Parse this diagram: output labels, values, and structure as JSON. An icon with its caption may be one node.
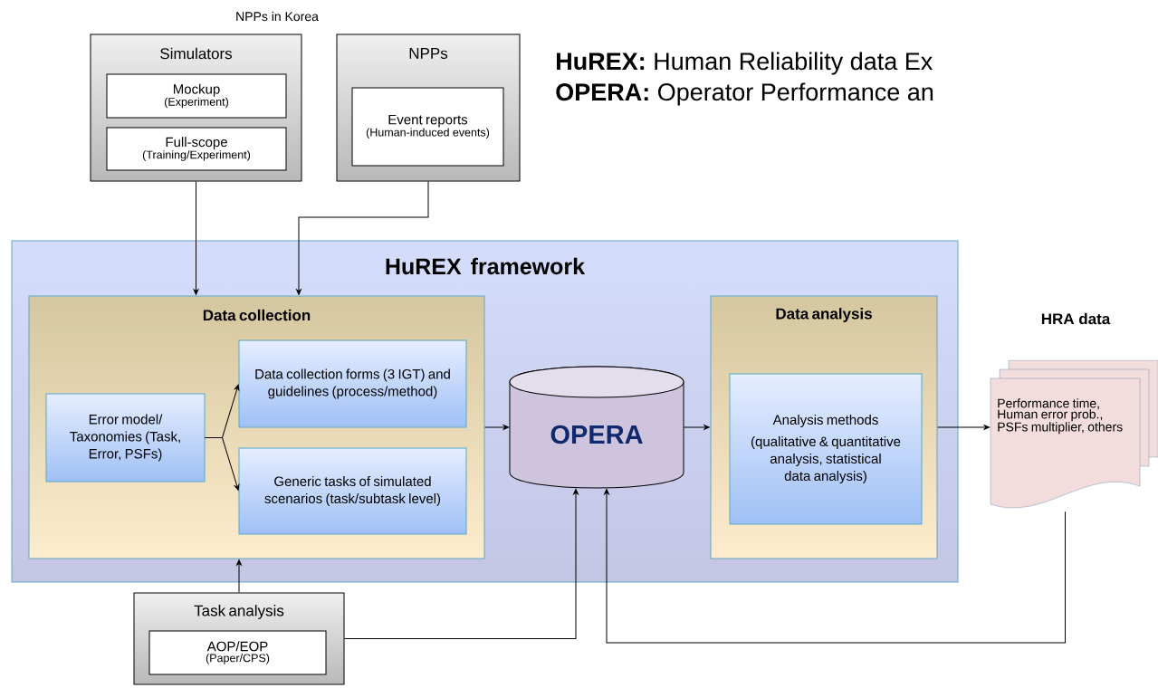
{
  "diagram": {
    "nodes": [
      {
        "text": [
          "Simulators"
        ]
      },
      {
        "text": [
          "Mockup",
          "(Experiment)"
        ],
        "in": 0
      },
      {
        "text": [
          "Full-scope",
          "(Training/Experiment)"
        ],
        "in": 0
      },
      {
        "text": [
          "NPPs"
        ]
      },
      {
        "text": [
          "Event reports",
          "(Human-induced events)"
        ],
        "in": 3
      },
      {
        "text": [
          "HuREX framework"
        ]
      },
      {
        "text": [
          "Data collection"
        ],
        "in": 5
      },
      {
        "text": [
          "Error model/ Taxonomies (Task, Error, PSFs)"
        ],
        "in": 6
      },
      {
        "text": [
          "Data collection forms (3 IGT) and guidelines (process/method)"
        ],
        "in": 6
      },
      {
        "text": [
          "Generic tasks of simulated scenarios (task/subtask level)"
        ],
        "in": 6
      },
      {
        "text": [
          "OPERA"
        ],
        "in": 5
      },
      {
        "text": [
          "Data analysis"
        ],
        "in": 5
      },
      {
        "text": [
          "Analysis methods",
          "(qualitative & quantitative analysis, statistical data analysis)"
        ],
        "in": 11
      },
      {
        "text": [
          "HRA data",
          "Performance time, Human error prob., PSFs multiplier, others"
        ]
      },
      {
        "text": [
          "Task analysis"
        ]
      },
      {
        "text": [
          "AOP/EOP",
          "(Paper/CPS)"
        ],
        "in": 14
      }
    ],
    "edges": [
      {
        "from": 0,
        "to": 6,
        "arrow": "to"
      },
      {
        "from": 3,
        "to": 6,
        "arrow": "to"
      },
      {
        "from": 7,
        "to": 8,
        "arrow": "to"
      },
      {
        "from": 7,
        "to": 9,
        "arrow": "to"
      },
      {
        "from": 6,
        "to": 10,
        "arrow": "to"
      },
      {
        "from": 10,
        "to": 11,
        "arrow": "to"
      },
      {
        "from": 11,
        "to": 13,
        "arrow": "to"
      },
      {
        "from": 14,
        "to": 6,
        "arrow": "to"
      },
      {
        "from": 14,
        "to": 10,
        "arrow": "to"
      },
      {
        "from": 13,
        "to": 10,
        "arrow": "to"
      }
    ],
    "labels": [
      "NPPs in Korea",
      "**HuREX:** Human Reliability data Ex",
      "**OPERA:** Operator Performance an"
    ]
  }
}
